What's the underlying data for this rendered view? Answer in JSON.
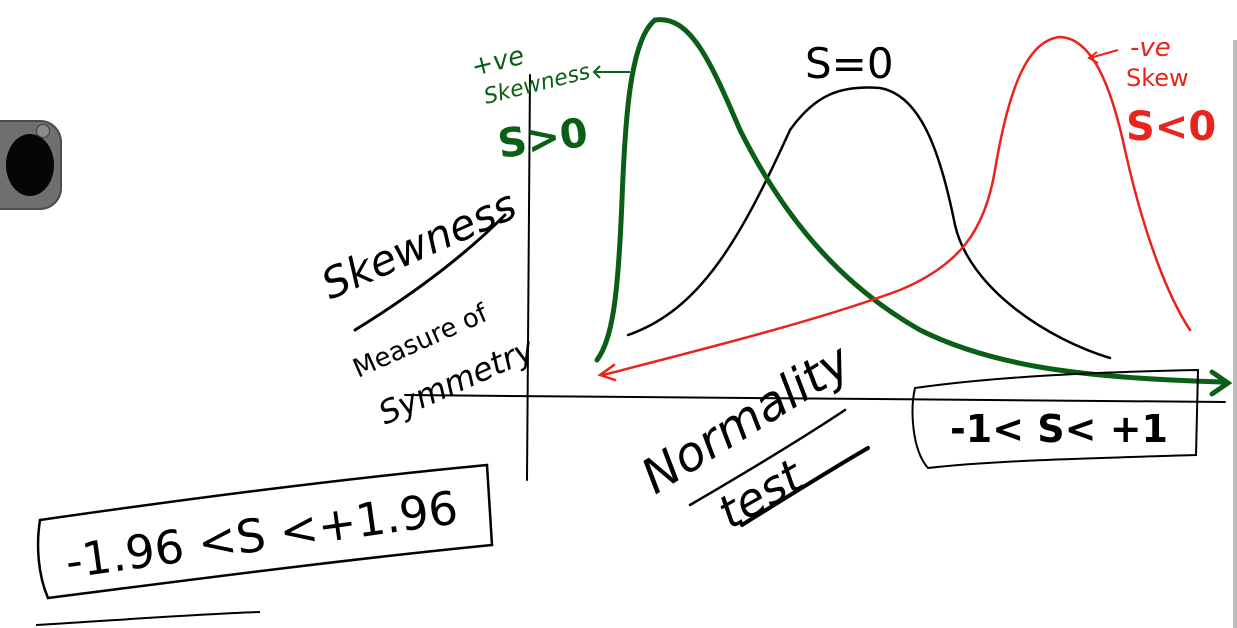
{
  "colors": {
    "ink": "#000000",
    "green": "#0b5e16",
    "red": "#e8241c",
    "widget": "#6f6f6f"
  },
  "icons": {
    "record": "record-button-icon"
  },
  "annotations": {
    "positive_skew_sign": "+ve",
    "positive_skew_word": "Skewness",
    "positive_skew_condition": "S>0",
    "zero_skew": "S=0",
    "negative_skew_sign": "-ve",
    "negative_skew_word": "Skew",
    "negative_skew_condition": "S<0",
    "topic_title": "Skewness",
    "topic_line1": "Measure of",
    "topic_line2": "Symmetry",
    "normality_word1": "Normality",
    "normality_word2": "test",
    "range_small": "-1< S< +1",
    "range_large": "-1.96 <S <+1.96"
  }
}
